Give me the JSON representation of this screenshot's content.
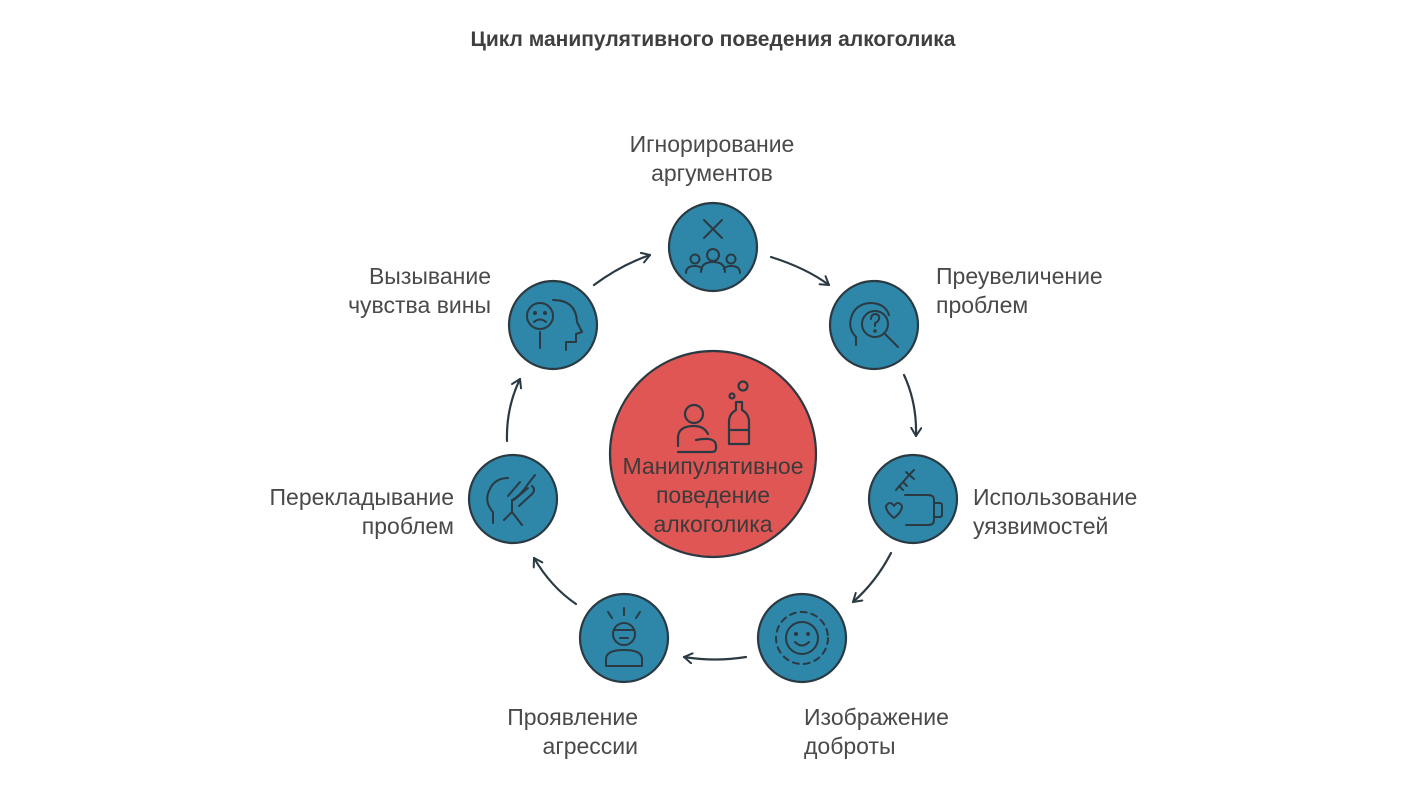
{
  "diagram": {
    "title": "Цикл манипулятивного поведения алкоголика",
    "center": {
      "lines": [
        "Манипулятивное",
        "поведение",
        "алкоголика"
      ],
      "icon": "person-with-bottle-icon",
      "color": "#e05654"
    },
    "node_color": "#2e86a8",
    "stroke_color": "#2b3a42",
    "nodes": [
      {
        "lines": [
          "Игнорирование",
          "аргументов"
        ],
        "icon": "crossed-group-icon"
      },
      {
        "lines": [
          "Преувеличение",
          "проблем"
        ],
        "icon": "head-question-magnifier-icon"
      },
      {
        "lines": [
          "Использование",
          "уязвимостей"
        ],
        "icon": "syringe-fist-icon"
      },
      {
        "lines": [
          "Изображение",
          "доброты"
        ],
        "icon": "smiley-face-icon"
      },
      {
        "lines": [
          "Проявление",
          "агрессии"
        ],
        "icon": "angry-person-icon"
      },
      {
        "lines": [
          "Перекладывание",
          "проблем"
        ],
        "icon": "hand-on-head-icon"
      },
      {
        "lines": [
          "Вызывание",
          "чувства вины"
        ],
        "icon": "sad-head-icon"
      }
    ]
  }
}
